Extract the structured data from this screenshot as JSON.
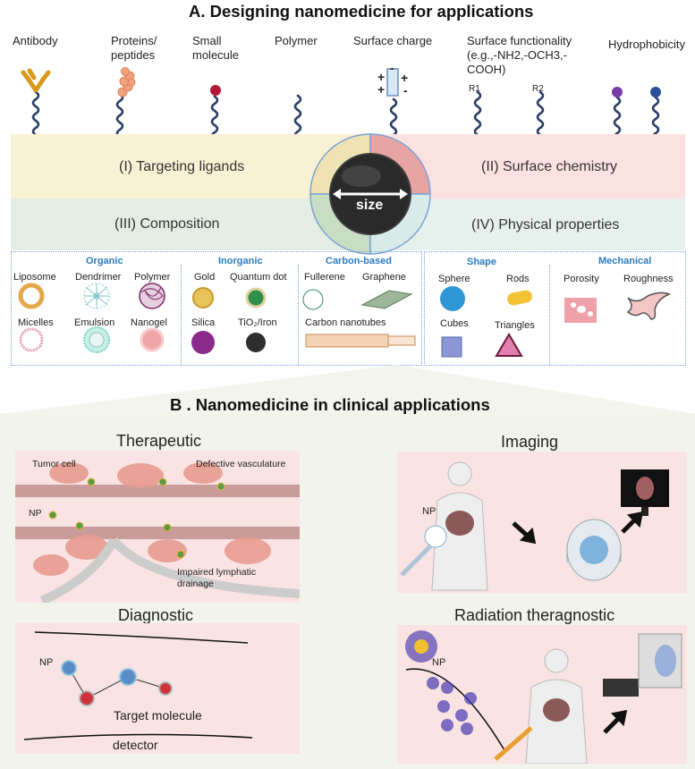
{
  "sectionA": {
    "title": "A. Designing nanomedicine for applications",
    "ligands": {
      "antibody": "Antibody",
      "proteins": [
        "Proteins/",
        "peptides"
      ],
      "small_molecule": [
        "Small",
        "molecule"
      ],
      "polymer": "Polymer",
      "surface_charge": "Surface charge",
      "surface_functionality": [
        "Surface functionality",
        "(e.g.,-NH2,-OCH3,-",
        "COOH)"
      ],
      "hydrophobicity": "Hydrophobicity",
      "r1": "R1",
      "r2": "R2",
      "charge_plus": "+",
      "charge_minus": "-"
    },
    "bands": {
      "targeting": "(I)  Targeting ligands",
      "surface": "(II)  Surface chemistry",
      "composition": "(III)  Composition",
      "physical": "(IV)  Physical properties"
    },
    "center_label": "size",
    "composition": {
      "organic": {
        "heading": "Organic",
        "items": [
          "Liposome",
          "Dendrimer",
          "Polymer",
          "Micelles",
          "Emulsion",
          "Nanogel"
        ]
      },
      "inorganic": {
        "heading": "Inorganic",
        "items": [
          "Gold",
          "Quantum dot",
          "Silica",
          "TiO₂/Iron"
        ]
      },
      "carbon": {
        "heading": "Carbon-based",
        "items": [
          "Fullerene",
          "Graphene",
          "Carbon nanotubes"
        ]
      }
    },
    "physical": {
      "shape": {
        "heading": "Shape",
        "items": [
          "Sphere",
          "Rods",
          "Cubes",
          "Triangles"
        ]
      },
      "mechanical": {
        "heading": "Mechanical",
        "items": [
          "Porosity",
          "Roughness"
        ]
      }
    }
  },
  "sectionB": {
    "title": "B . Nanomedicine  in clinical  applications",
    "therapeutic": {
      "title": "Therapeutic",
      "tumor_cell": "Tumor cell",
      "defective": "Defective vasculature",
      "np": "NP",
      "lymphatic": [
        "Impaired lymphatic",
        "drainage"
      ]
    },
    "diagnostic": {
      "title": "Diagnostic",
      "np": "NP",
      "target": "Target molecule",
      "detector": "detector"
    },
    "imaging": {
      "title": "Imaging",
      "np": "NP"
    },
    "radiation": {
      "title": "Radiation theragnostic",
      "np": "NP"
    }
  },
  "colors": {
    "band_yellow": "#f9f1d3",
    "band_pink": "#fbe2e0",
    "band_green": "#e4ede3",
    "band_teal": "#e6f1ee",
    "panel_pink": "#f9e3e3",
    "accent_blue": "#2b7bbf",
    "chain_navy": "#2c3e66"
  }
}
